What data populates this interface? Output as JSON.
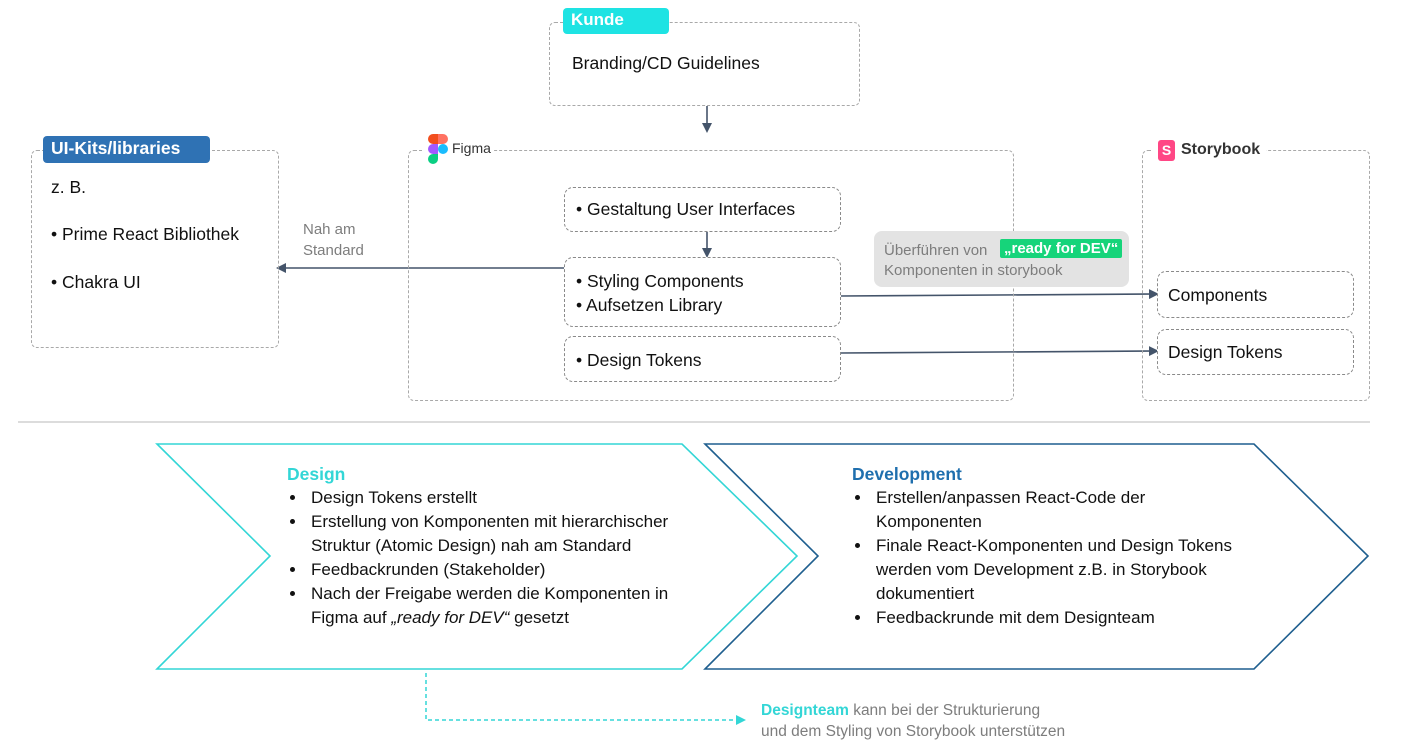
{
  "colors": {
    "cyan": "#33d6d6",
    "blue_tag": "#2f72b4",
    "dev_blue": "#1f5f8f",
    "ready_green": "#16d47a",
    "storybook_pink": "#ff4785",
    "arrow": "#44546a"
  },
  "kunde": {
    "tag": "Kunde",
    "text": "Branding/CD Guidelines"
  },
  "ui_kits": {
    "tag": "UI-Kits/libraries",
    "intro": "z. B.",
    "items": [
      "Prime React Bibliothek",
      "Chakra UI"
    ]
  },
  "figma": {
    "label": "Figma",
    "icon": "figma-logo-icon",
    "boxes": {
      "gestaltung": "Gestaltung User Interfaces",
      "styling": "Styling Components",
      "library": "Aufsetzen Library",
      "tokens": "Design Tokens"
    },
    "nah_am_standard": [
      "Nah am",
      "Standard"
    ]
  },
  "transfer_note": {
    "prefix": "Überführen von",
    "badge": "„ready for DEV“",
    "line2": "Komponenten in storybook"
  },
  "storybook": {
    "label": "Storybook",
    "icon": "storybook-logo-icon",
    "items": [
      "Components",
      "Design Tokens"
    ]
  },
  "design_phase": {
    "title": "Design",
    "bullets": [
      "Design Tokens erstellt",
      "Erstellung von Komponenten mit hierarchischer Struktur (Atomic Design) nah am Standard",
      "Feedbackrunden (Stakeholder)"
    ],
    "last_bullet_pre": "Nach der Freigabe werden die Komponenten in Figma auf ",
    "last_bullet_em": "„ready for DEV“",
    "last_bullet_post": " gesetzt"
  },
  "development_phase": {
    "title": "Development",
    "bullets": [
      "Erstellen/anpassen React-Code der Komponenten",
      "Finale React-Komponenten und Design Tokens werden vom Development z.B. in Storybook dokumentiert",
      "Feedbackrunde mit dem Designteam"
    ]
  },
  "footnote": {
    "highlight": "Designteam",
    "rest": "kann bei der Strukturierung",
    "line2": "und dem Styling von Storybook unterstützen"
  }
}
